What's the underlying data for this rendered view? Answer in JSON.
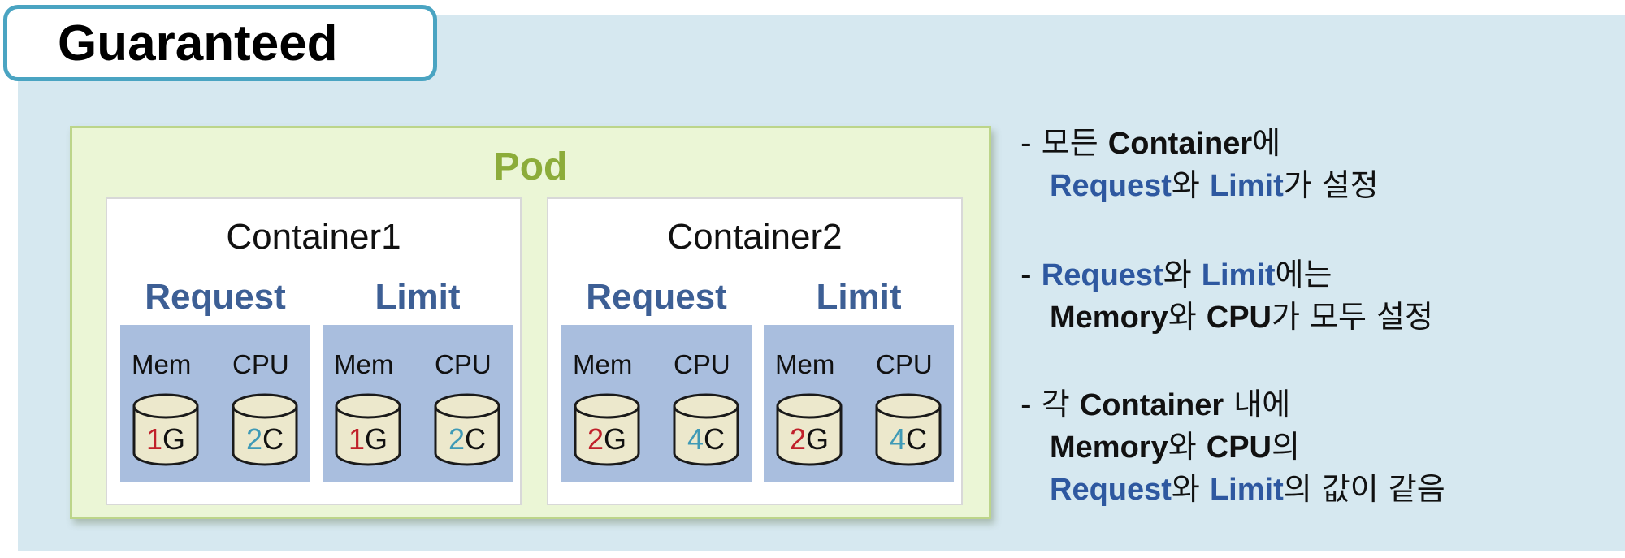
{
  "title": "Guaranteed",
  "pod": {
    "label": "Pod",
    "containers": [
      {
        "name": "Container1",
        "request": {
          "label": "Request",
          "mem_label": "Mem",
          "cpu_label": "CPU",
          "mem_num": "1",
          "mem_unit": "G",
          "cpu_num": "2",
          "cpu_unit": "C"
        },
        "limit": {
          "label": "Limit",
          "mem_label": "Mem",
          "cpu_label": "CPU",
          "mem_num": "1",
          "mem_unit": "G",
          "cpu_num": "2",
          "cpu_unit": "C"
        }
      },
      {
        "name": "Container2",
        "request": {
          "label": "Request",
          "mem_label": "Mem",
          "cpu_label": "CPU",
          "mem_num": "2",
          "mem_unit": "G",
          "cpu_num": "4",
          "cpu_unit": "C"
        },
        "limit": {
          "label": "Limit",
          "mem_label": "Mem",
          "cpu_label": "CPU",
          "mem_num": "2",
          "mem_unit": "G",
          "cpu_num": "4",
          "cpu_unit": "C"
        }
      }
    ]
  },
  "notes": {
    "n1": {
      "dash": "- ",
      "l1_a": "모든 ",
      "l1_b": "Container",
      "l1_c": "에",
      "l2_a": "Request",
      "l2_b": "와 ",
      "l2_c": "Limit",
      "l2_d": "가 설정"
    },
    "n2": {
      "dash": "- ",
      "l1_a": "Request",
      "l1_b": "와 ",
      "l1_c": "Limit",
      "l1_d": "에는",
      "l2_a": "Memory",
      "l2_b": "와 ",
      "l2_c": "CPU",
      "l2_d": "가 모두 설정"
    },
    "n3": {
      "dash": "- ",
      "l1_a": "각 ",
      "l1_b": "Container",
      "l1_c": " 내에",
      "l2_a": "Memory",
      "l2_b": "와 ",
      "l2_c": "CPU",
      "l2_d": "의",
      "l3_a": "Request",
      "l3_b": "와 ",
      "l3_c": "Limit",
      "l3_d": "의 값이 같음"
    }
  },
  "colors": {
    "title_border": "#4aa4c2",
    "background": "#d6e8f0",
    "pod_fill": "#ebf6d6",
    "pod_label": "#8cac3a",
    "group_label": "#3d5f95",
    "resource_fill": "#a9bede",
    "cylinder_fill": "#ece8cc",
    "mem_value": "#c0202a",
    "cpu_value": "#3f9ab6",
    "note_highlight": "#2e58a0"
  }
}
